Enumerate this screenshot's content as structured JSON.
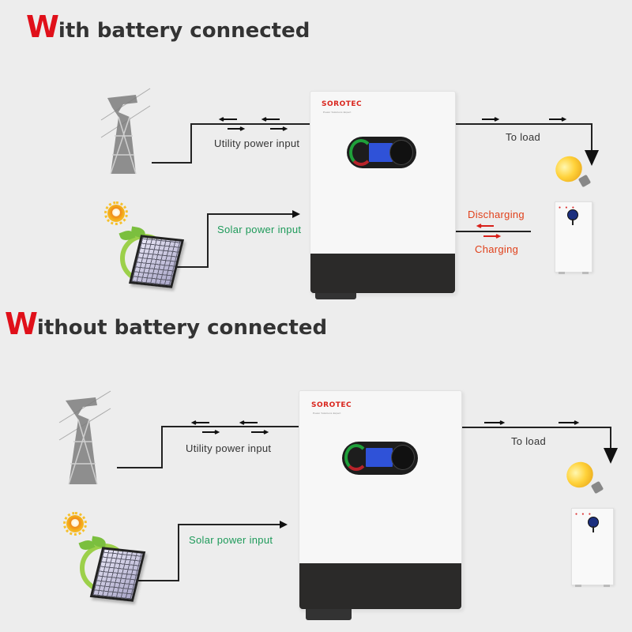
{
  "sections": [
    {
      "heading": {
        "initial": "W",
        "rest": "ith battery connected"
      },
      "labels": {
        "utility": "Utility power input",
        "solar": "Solar power input",
        "load": "To load",
        "discharging": "Discharging",
        "charging": "Charging"
      },
      "inverter": {
        "brand": "SOROTEC",
        "tagline": "Power Solutions Expert"
      },
      "battery_connected": true
    },
    {
      "heading": {
        "initial": "W",
        "rest": "ithout battery connected"
      },
      "labels": {
        "utility": "Utility power input",
        "solar": "Solar power input",
        "load": "To load"
      },
      "inverter": {
        "brand": "SOROTEC",
        "tagline": "Power Solutions Expert"
      },
      "battery_connected": false
    }
  ],
  "icons": {
    "grid": "power-tower-icon",
    "solar": "solar-panel-icon",
    "sun": "sun-icon",
    "load": "light-bulb-icon",
    "battery": "battery-cabinet-icon",
    "inverter": "inverter-icon"
  },
  "colors": {
    "accent_red": "#e0101a",
    "solar_label": "#1e9a5a",
    "battery_label": "#e0401a",
    "line": "#222222"
  }
}
